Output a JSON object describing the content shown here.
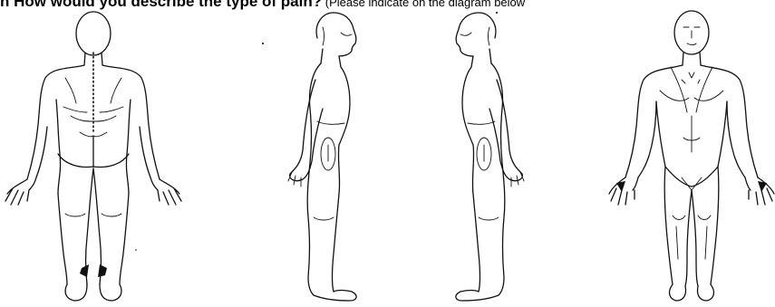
{
  "question": {
    "bold_text": "n How would you describe the type of pain?",
    "note_text": " (Please indicate on the diagram below"
  },
  "diagram": {
    "views": [
      {
        "name": "back-view"
      },
      {
        "name": "right-side-view"
      },
      {
        "name": "left-side-view"
      },
      {
        "name": "front-view"
      }
    ]
  }
}
